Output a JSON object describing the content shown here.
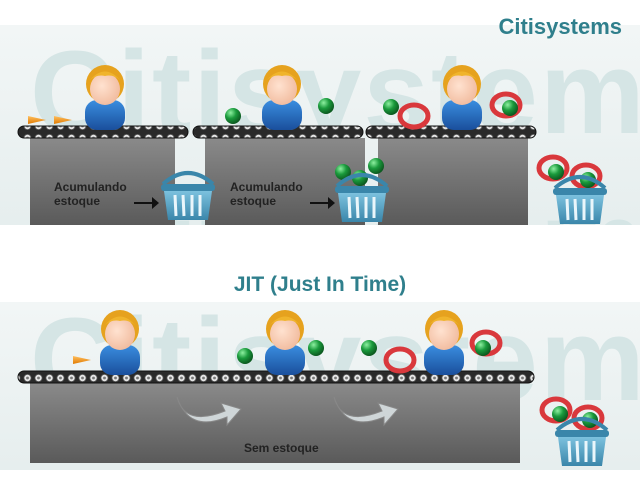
{
  "brand": {
    "logo_text": "Citisystems"
  },
  "watermark": {
    "text": "Citisystems"
  },
  "top_scene": {
    "caption_1": {
      "line1": "Acumulando",
      "line2": "estoque"
    },
    "caption_2": {
      "line1": "Acumulando",
      "line2": "estoque"
    }
  },
  "heading": "JIT (Just In Time)",
  "bottom_scene": {
    "caption": "Sem estoque"
  },
  "colors": {
    "accent": "#2f7f8c",
    "shirt": "#1d63b5",
    "cone": "#f08a0e",
    "ball": "#1a9a3c",
    "ring": "#d9383c",
    "basket": "#5aa3c5"
  },
  "icons": [
    "worker-icon",
    "cone-icon",
    "green-ball-icon",
    "red-ring-icon",
    "basket-icon",
    "arrow-icon",
    "conveyor-belt"
  ]
}
